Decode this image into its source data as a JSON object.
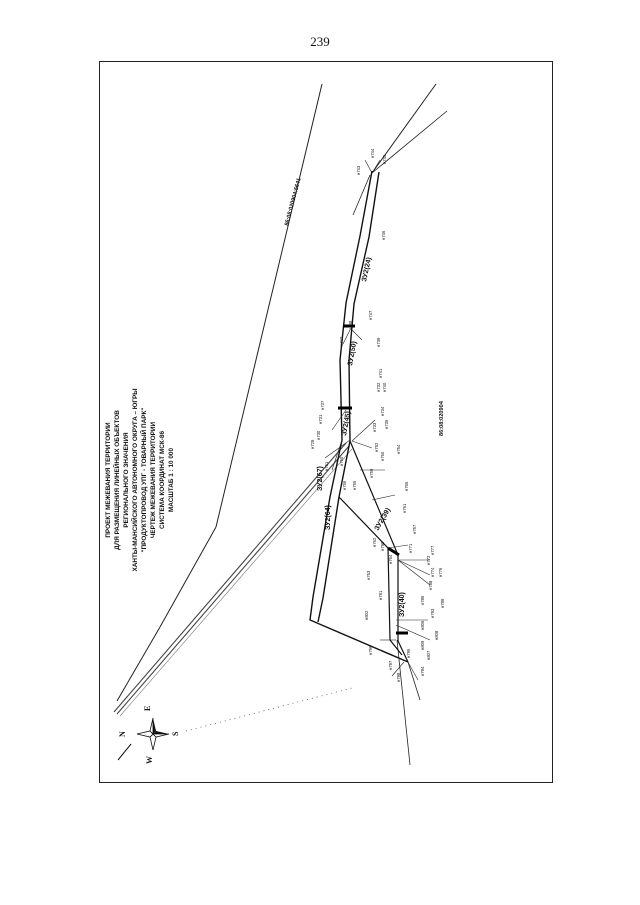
{
  "page_number": "239",
  "title_lines": [
    "ПРОЕКТ МЕЖЕВАНИЯ ТЕРРИТОРИИ",
    "ДЛЯ РАЗМЕЩЕНИЯ ЛИНЕЙНЫХ ОБЪЕКТОВ",
    "РЕГИОНАЛЬНОГО ЗНАЧЕНИЯ",
    "ХАНТЫ-МАНСИЙСКОГО АВТОНОМНОГО ОКРУГА – ЮГРЫ",
    "\"ПРОДУКТОПРОВОД УПГ - ТОВАРНЫЙ ПАРК\"",
    "ЧЕРТЕЖ МЕЖЕВАНИЯ ТЕРРИТОРИИ",
    "СИСТЕМА КООРДИНАТ МСК-86",
    "МАСШТАБ 1 : 10 000"
  ],
  "cadastral_labels": {
    "upper": "86:08:020904:5641",
    "lower": "86:08:020904"
  },
  "compass": {
    "n": "N",
    "e": "E",
    "s": "S",
    "w": "W"
  },
  "zones": [
    "ЗУ2(24)",
    "ЗУ2(50)",
    "ЗУ2(45)",
    "ЗУ2(64)",
    "ЗУ2(67)",
    "ЗУ2(39)",
    "ЗУ2(40)"
  ],
  "points": {
    "p743": "н743",
    "p744": "н744",
    "p745": "н745",
    "p746": "н746",
    "p747": "н747",
    "p738": "н738",
    "p742": "н742",
    "p739": "н739",
    "p741": "н741",
    "p740": "н740",
    "p732": "н732",
    "p737": "н737",
    "p731": "н731",
    "p730": "н730",
    "p729": "н729",
    "p751": "н751",
    "p734": "н734",
    "p733": "н733",
    "p735": "н735",
    "p752": "н752",
    "p750": "н750",
    "p756": "н756",
    "p755": "н755",
    "p759": "н759",
    "p760": "н760",
    "p754": "н754",
    "p765": "н765",
    "p761": "н761",
    "p757": "н757",
    "p762": "н762",
    "p790": "н790",
    "p764": "н764",
    "p771": "н771",
    "p763": "н763",
    "p772": "н772",
    "p777": "н777",
    "p774": "н774",
    "p776": "н776",
    "p781": "н781",
    "p802": "н802",
    "p786": "н786",
    "p788": "н788",
    "p789": "н789",
    "p793": "н793",
    "p806": "н806",
    "p809": "н809",
    "p808": "н808",
    "p807": "н807",
    "p795": "н795",
    "p796": "н796",
    "p797": "н797",
    "p798": "н798",
    "p794": "н794"
  }
}
